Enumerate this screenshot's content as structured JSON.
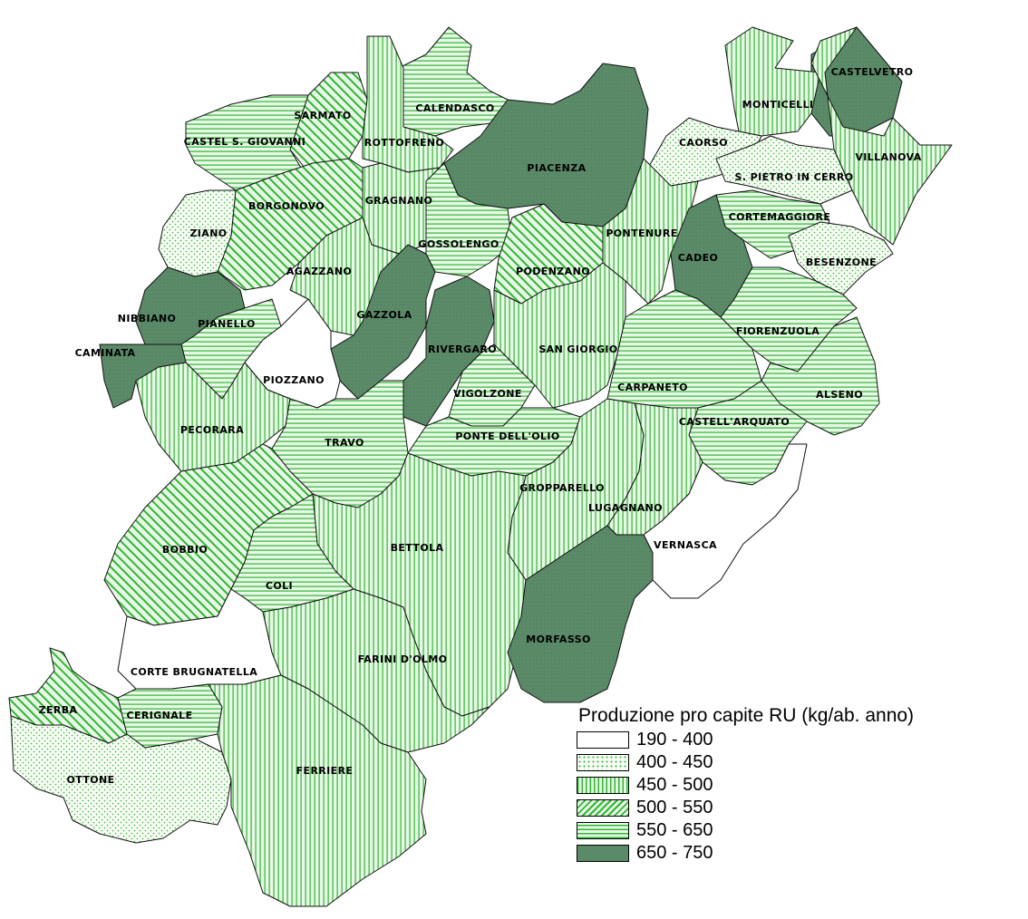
{
  "legend": {
    "title": "Produzione pro capite RU (kg/ab. anno)",
    "classes": [
      {
        "range": "190 - 400",
        "pattern": "white"
      },
      {
        "range": "400 - 450",
        "pattern": "dots"
      },
      {
        "range": "450 - 500",
        "pattern": "vertical"
      },
      {
        "range": "500 - 550",
        "pattern": "diagonal"
      },
      {
        "range": "550 - 650",
        "pattern": "horizontal"
      },
      {
        "range": "650 - 750",
        "pattern": "solid"
      }
    ]
  },
  "colors": {
    "hatch_green": "#2eb82e",
    "solid_green": "#5b8a68",
    "fill_light": "#e9f7e9",
    "dots_bg": "#f7fcf5",
    "border": "#111111"
  },
  "municipalities": [
    {
      "name": "CASTELVETRO",
      "class": "650 - 750"
    },
    {
      "name": "MONTICELLI",
      "class": "450 - 500"
    },
    {
      "name": "VILLANOVA",
      "class": "450 - 500"
    },
    {
      "name": "CAORSO",
      "class": "400 - 450"
    },
    {
      "name": "S. PIETRO IN CERRO",
      "class": "400 - 450"
    },
    {
      "name": "CORTEMAGGIORE",
      "class": "550 - 650"
    },
    {
      "name": "BESENZONE",
      "class": "400 - 450"
    },
    {
      "name": "CALENDASCO",
      "class": "550 - 650"
    },
    {
      "name": "SARMATO",
      "class": "500 - 550"
    },
    {
      "name": "CASTEL S. GIOVANNI",
      "class": "550 - 650"
    },
    {
      "name": "ROTTOFRENO",
      "class": "450 - 500"
    },
    {
      "name": "PIACENZA",
      "class": "650 - 750"
    },
    {
      "name": "GRAGNANO",
      "class": "450 - 500"
    },
    {
      "name": "BORGONOVO",
      "class": "500 - 550"
    },
    {
      "name": "ZIANO",
      "class": "400 - 450"
    },
    {
      "name": "GOSSOLENGO",
      "class": "550 - 650"
    },
    {
      "name": "PONTENURE",
      "class": "450 - 500"
    },
    {
      "name": "CADEO",
      "class": "650 - 750"
    },
    {
      "name": "PODENZANO",
      "class": "500 - 550"
    },
    {
      "name": "AGAZZANO",
      "class": "450 - 500"
    },
    {
      "name": "GAZZOLA",
      "class": "650 - 750"
    },
    {
      "name": "NIBBIANO",
      "class": "650 - 750"
    },
    {
      "name": "PIANELLO",
      "class": "550 - 650"
    },
    {
      "name": "CAMINATA",
      "class": "650 - 750"
    },
    {
      "name": "RIVERGARO",
      "class": "650 - 750"
    },
    {
      "name": "SAN GIORGIO",
      "class": "450 - 500"
    },
    {
      "name": "FIORENZUOLA",
      "class": "550 - 650"
    },
    {
      "name": "PIOZZANO",
      "class": "190 - 400"
    },
    {
      "name": "VIGOLZONE",
      "class": "550 - 650"
    },
    {
      "name": "CARPANETO",
      "class": "550 - 650"
    },
    {
      "name": "ALSENO",
      "class": "550 - 650"
    },
    {
      "name": "CASTELL'ARQUATO",
      "class": "550 - 650"
    },
    {
      "name": "PECORARA",
      "class": "450 - 500"
    },
    {
      "name": "TRAVO",
      "class": "550 - 650"
    },
    {
      "name": "PONTE DELL'OLIO",
      "class": "550 - 650"
    },
    {
      "name": "GROPPARELLO",
      "class": "450 - 500"
    },
    {
      "name": "LUGAGNANO",
      "class": "450 - 500"
    },
    {
      "name": "VERNASCA",
      "class": "190 - 400"
    },
    {
      "name": "BOBBIO",
      "class": "500 - 550"
    },
    {
      "name": "BETTOLA",
      "class": "450 - 500"
    },
    {
      "name": "COLI",
      "class": "550 - 650"
    },
    {
      "name": "MORFASSO",
      "class": "650 - 750"
    },
    {
      "name": "CORTE BRUGNATELLA",
      "class": "190 - 400"
    },
    {
      "name": "FARINI D'OLMO",
      "class": "450 - 500"
    },
    {
      "name": "ZERBA",
      "class": "500 - 550"
    },
    {
      "name": "CERIGNALE",
      "class": "550 - 650"
    },
    {
      "name": "OTTONE",
      "class": "400 - 450"
    },
    {
      "name": "FERRIERE",
      "class": "450 - 500"
    }
  ]
}
